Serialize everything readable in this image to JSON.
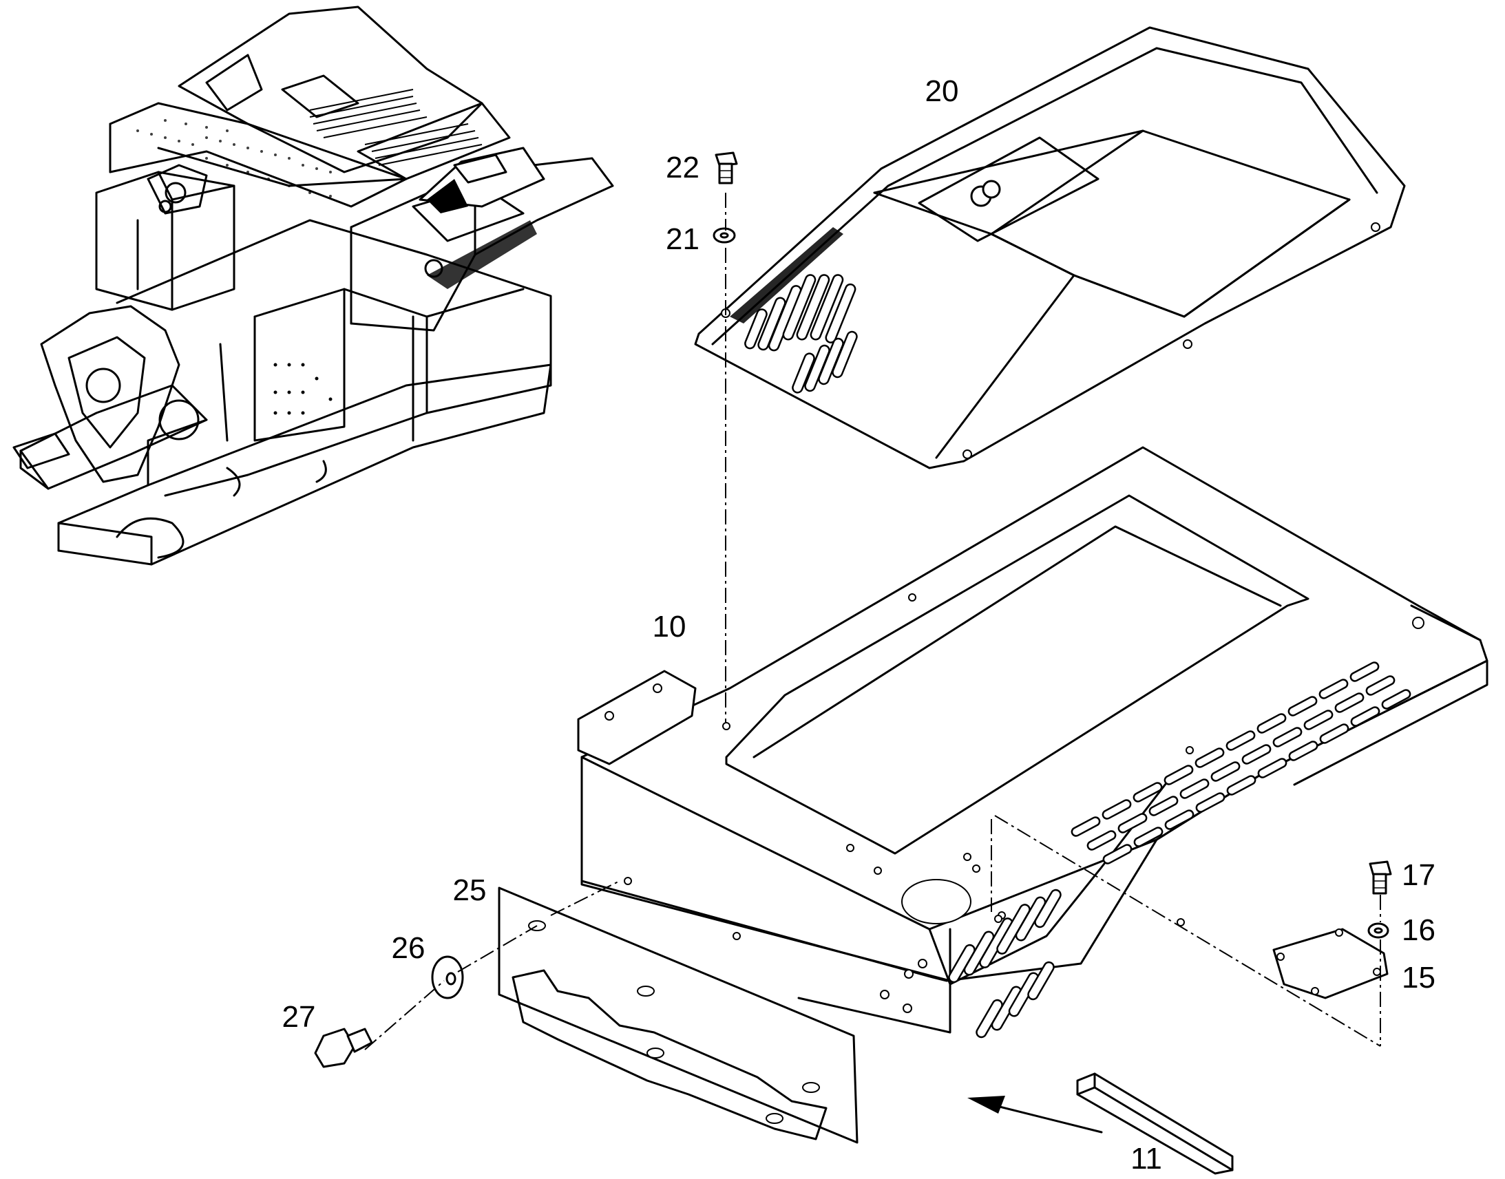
{
  "diagram": {
    "callouts": [
      {
        "id": "20",
        "label": "20"
      },
      {
        "id": "22",
        "label": "22"
      },
      {
        "id": "21",
        "label": "21"
      },
      {
        "id": "10",
        "label": "10"
      },
      {
        "id": "25",
        "label": "25"
      },
      {
        "id": "26",
        "label": "26"
      },
      {
        "id": "27",
        "label": "27"
      },
      {
        "id": "17",
        "label": "17"
      },
      {
        "id": "16",
        "label": "16"
      },
      {
        "id": "15",
        "label": "15"
      },
      {
        "id": "11",
        "label": "11"
      }
    ],
    "colors": {
      "line": "#000000",
      "background": "#ffffff"
    }
  }
}
